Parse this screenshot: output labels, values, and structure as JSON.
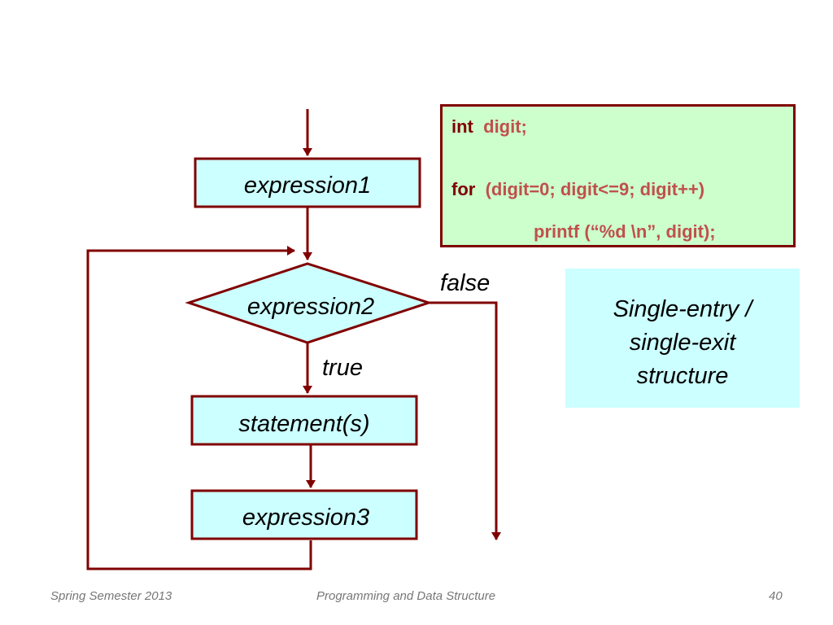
{
  "diagram": {
    "nodes": {
      "expression1": "expression1",
      "expression2": "expression2",
      "statement": "statement(s)",
      "expression3": "expression3"
    },
    "edges": {
      "false_label": "false",
      "true_label": "true"
    },
    "colors": {
      "stroke": "#800000",
      "node_fill": "#ccffff",
      "code_fill": "#ccffcc",
      "code_text": "#c0504d"
    }
  },
  "code": {
    "line1_kw": "int",
    "line1_rest": "digit;",
    "line2_kw": "for",
    "line2_rest": "(digit=0; digit<=9; digit++)",
    "line3": "printf (“%d \\n”, digit);"
  },
  "note": {
    "line1": "Single-entry /",
    "line2": "single-exit",
    "line3": "structure"
  },
  "footer": {
    "left": "Spring Semester 2013",
    "center": "Programming and Data Structure",
    "page": "40"
  }
}
